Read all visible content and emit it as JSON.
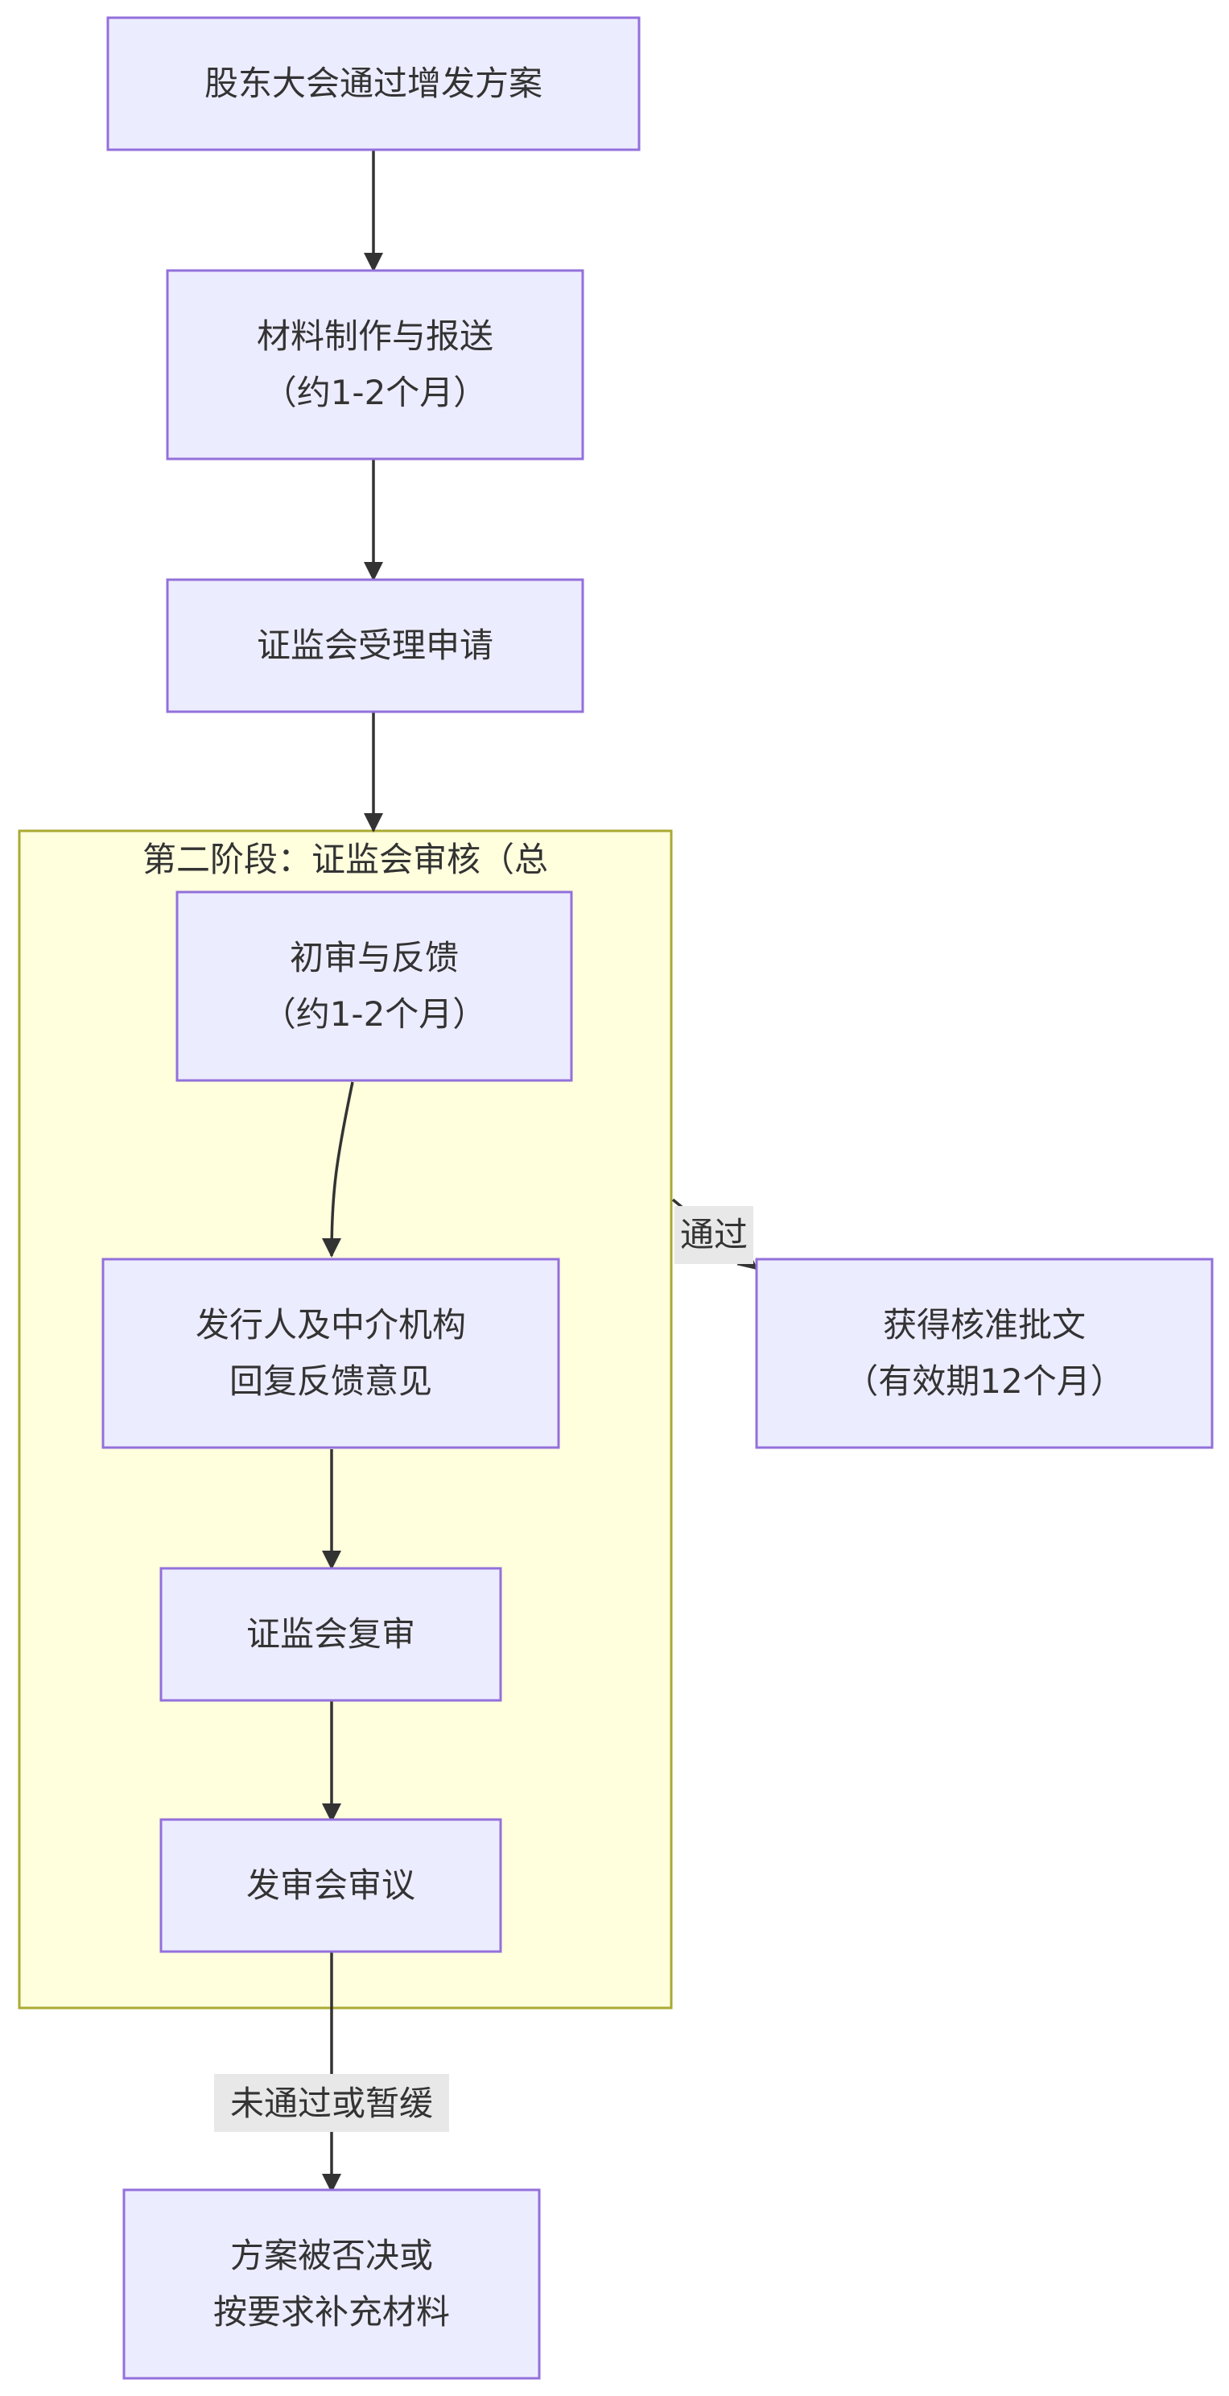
{
  "diagram": {
    "type": "flowchart",
    "colors": {
      "node_fill": "#ececff",
      "node_stroke": "#9370db",
      "cluster_fill": "#ffffde",
      "cluster_stroke": "#aaaa33",
      "edge": "#333333",
      "label_bg": "#e8e8e8"
    },
    "cluster": {
      "title": "第二阶段：证监会审核（总"
    },
    "nodes": {
      "n1": {
        "lines": [
          "股东大会通过增发方案"
        ]
      },
      "n2": {
        "lines": [
          "材料制作与报送",
          "（约1-2个月）"
        ]
      },
      "n3": {
        "lines": [
          "证监会受理申请"
        ]
      },
      "n4": {
        "lines": [
          "初审与反馈",
          "（约1-2个月）"
        ]
      },
      "n5": {
        "lines": [
          "发行人及中介机构",
          "回复反馈意见"
        ]
      },
      "n6": {
        "lines": [
          "证监会复审"
        ]
      },
      "n7": {
        "lines": [
          "发审会审议"
        ]
      },
      "n8": {
        "lines": [
          "获得核准批文",
          "（有效期12个月）"
        ]
      },
      "n9": {
        "lines": [
          "方案被否决或",
          "按要求补充材料"
        ]
      }
    },
    "edges": [
      {
        "from": "n1",
        "to": "n2",
        "label": ""
      },
      {
        "from": "n2",
        "to": "n3",
        "label": ""
      },
      {
        "from": "n3",
        "to": "cluster",
        "label": ""
      },
      {
        "from": "n4",
        "to": "n5",
        "label": ""
      },
      {
        "from": "n5",
        "to": "n6",
        "label": ""
      },
      {
        "from": "n6",
        "to": "n7",
        "label": ""
      },
      {
        "from": "cluster",
        "to": "n8",
        "label": "通过"
      },
      {
        "from": "n7",
        "to": "n9",
        "label": "未通过或暂缓"
      }
    ]
  }
}
